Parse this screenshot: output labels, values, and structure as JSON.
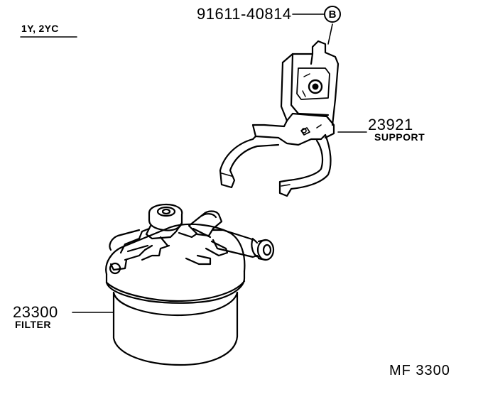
{
  "diagram": {
    "model_label": "1Y, 2YC",
    "bolt": {
      "part_number": "91611-40814",
      "callout": "B"
    },
    "support": {
      "part_number": "23921",
      "name": "SUPPORT"
    },
    "filter": {
      "part_number": "23300",
      "name": "FILTER"
    },
    "page_code": "MF 3300"
  }
}
